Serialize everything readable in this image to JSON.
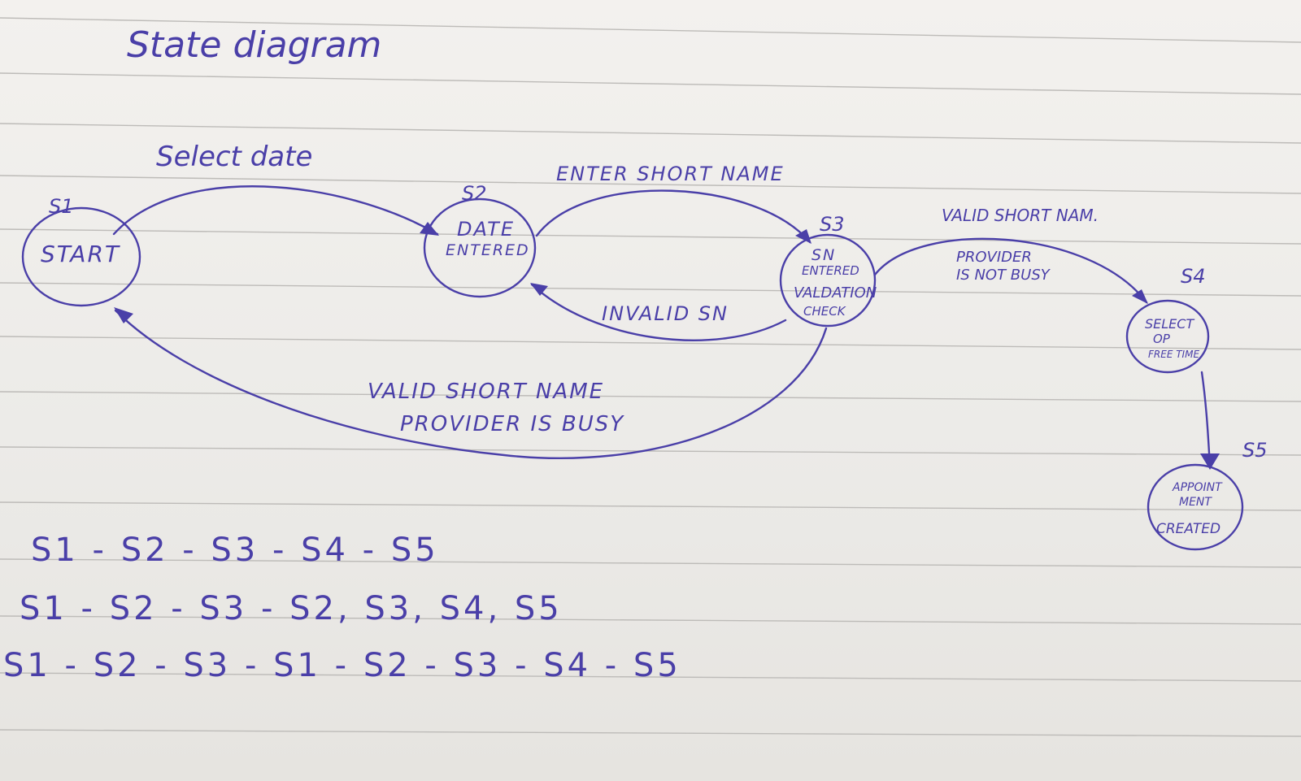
{
  "title": "State diagram",
  "states": [
    {
      "id": "S1",
      "label": "S1",
      "name_lines": [
        "START"
      ]
    },
    {
      "id": "S2",
      "label": "S2",
      "name_lines": [
        "DATE",
        "ENTERED"
      ]
    },
    {
      "id": "S3",
      "label": "S3",
      "name_lines": [
        "SN",
        "ENTERED",
        "VALDATION",
        "CHECK"
      ]
    },
    {
      "id": "S4",
      "label": "S4",
      "name_lines": [
        "SELECT",
        "OP",
        "FREE TIME"
      ]
    },
    {
      "id": "S5",
      "label": "S5",
      "name_lines": [
        "APPOINT",
        "MENT",
        "CREATED"
      ]
    }
  ],
  "transitions": [
    {
      "from": "S1",
      "to": "S2",
      "label_lines": [
        "Select date"
      ]
    },
    {
      "from": "S2",
      "to": "S3",
      "label_lines": [
        "ENTER SHORT NAME"
      ]
    },
    {
      "from": "S3",
      "to": "S2",
      "label_lines": [
        "INVALID SN"
      ]
    },
    {
      "from": "S3",
      "to": "S4",
      "label_lines": [
        "VALID SHORT NAM.",
        "PROVIDER",
        "IS NOT BUSY"
      ]
    },
    {
      "from": "S3",
      "to": "S1",
      "label_lines": [
        "VALID SHORT NAME",
        "PROVIDER IS BUSY"
      ]
    },
    {
      "from": "S4",
      "to": "S5",
      "label_lines": []
    }
  ],
  "sequences": [
    "S1 - S2 - S3 - S4 - S5",
    "S1 - S2 - S3 - S2, S3, S4, S5",
    "S1 - S2 - S3 - S1 - S2 - S3 - S4 - S5"
  ],
  "colors": {
    "ink": "#4a3fa8",
    "paper": "#efedea",
    "rule": "#bdbbb8"
  }
}
